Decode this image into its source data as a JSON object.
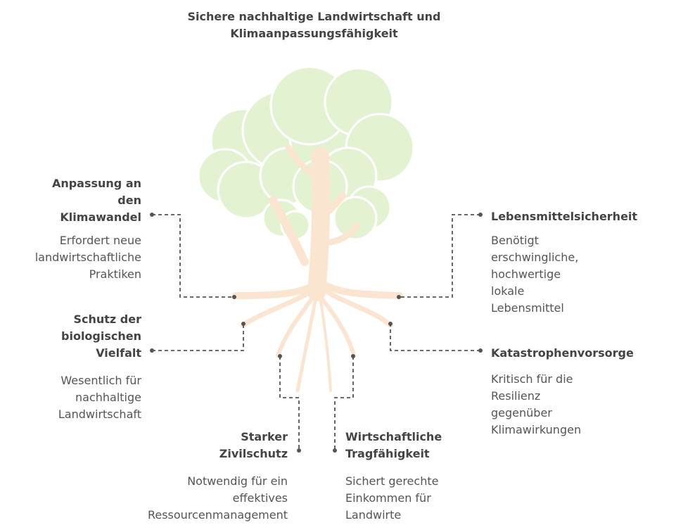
{
  "title": {
    "line1": "Sichere nachhaltige Landwirtschaft und",
    "line2": "Klimaanpassungsfähigkeit"
  },
  "colors": {
    "foliage": "#e3f3d1",
    "foliage_outline": "#ffffff",
    "trunk": "#fbe5d1",
    "connector": "#555555"
  },
  "items": {
    "anpassung": {
      "heading": [
        "Anpassung an",
        "den",
        "Klimawandel"
      ],
      "body": [
        "Erfordert neue",
        "landwirtschaftliche",
        "Praktiken"
      ]
    },
    "biodiversitaet": {
      "heading": [
        "Schutz der",
        "biologischen",
        "Vielfalt"
      ],
      "body": [
        "Wesentlich für",
        "nachhaltige",
        "Landwirtschaft"
      ]
    },
    "zivilschutz": {
      "heading": [
        "Starker",
        "Zivilschutz"
      ],
      "body": [
        "Notwendig für ein",
        "effektives",
        "Ressourcenmanagement"
      ]
    },
    "wirtschaft": {
      "heading": [
        "Wirtschaftliche",
        "Tragfähigkeit"
      ],
      "body": [
        "Sichert gerechte",
        "Einkommen für",
        "Landwirte"
      ]
    },
    "lebensmittel": {
      "heading": [
        "Lebensmittelsicherheit"
      ],
      "body": [
        "Benötigt",
        "erschwingliche,",
        "hochwertige",
        "lokale",
        "Lebensmittel"
      ]
    },
    "katastrophen": {
      "heading": [
        "Katastrophenvorsorge"
      ],
      "body": [
        "Kritisch für die",
        "Resilienz",
        "gegenüber",
        "Klimawirkungen"
      ]
    }
  }
}
